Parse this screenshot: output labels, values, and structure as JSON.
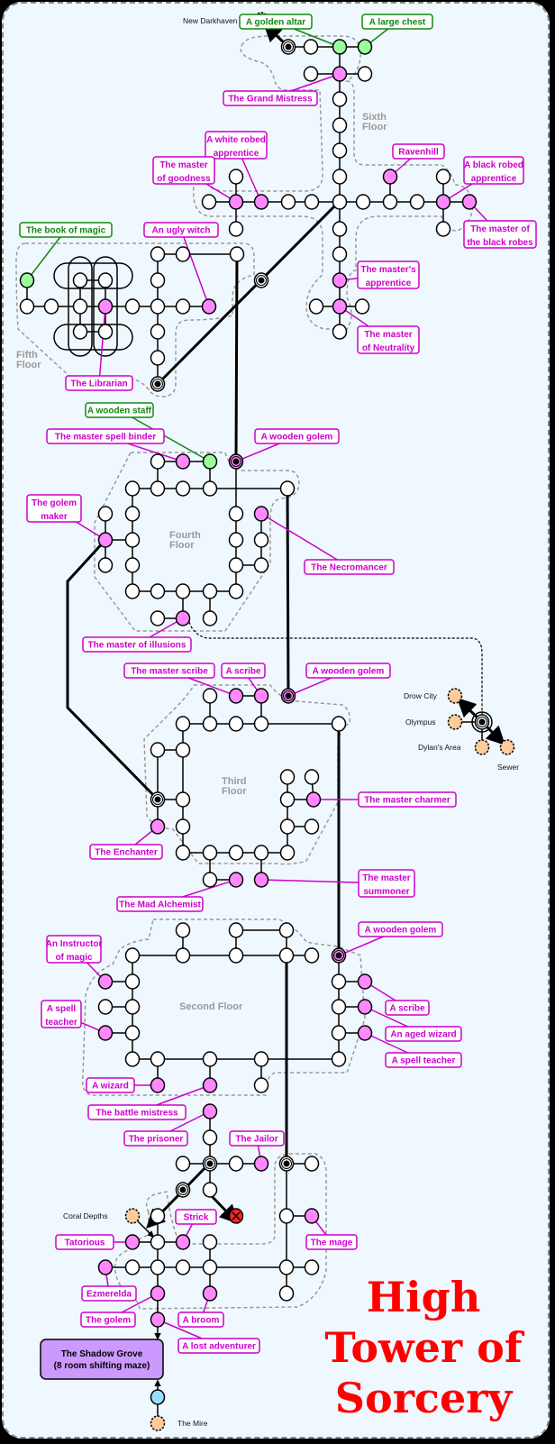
{
  "map_title": [
    "High",
    "Tower of",
    "Sorcery"
  ],
  "colors": {
    "background": "#f0f8ff",
    "npc": "#ff88ff",
    "npc_label": "#cc00cc",
    "item": "#99ff99",
    "item_label": "#118811",
    "exit": "#ffcc99",
    "maze": "#cc99ff",
    "start": "#99ddff",
    "floor_label": "#999999",
    "title": "#ff0000"
  },
  "floors": [
    "Sixth Floor",
    "Fifth Floor",
    "Fourth Floor",
    "Third Floor",
    "Second Floor"
  ],
  "exits": [
    "New Darkhaven",
    "Drow City",
    "Olympus",
    "Dylan's Area",
    "Sewer",
    "Coral Depths",
    "The Mire"
  ],
  "maze_box": {
    "line1": "The Shadow Grove",
    "line2": "(8 room shifting maze)"
  },
  "items": [
    "A golden altar",
    "A large chest",
    "The book of magic",
    "A wooden staff"
  ],
  "npcs": [
    "The Grand Mistress",
    "A white robed apprentice",
    "The master of goodness",
    "Ravenhill",
    "A black robed apprentice",
    "The master of the black robes",
    "The master's apprentice",
    "The master of Neutrality",
    "An ugly witch",
    "The Librarian",
    "The master spell binder",
    "A wooden golem",
    "The golem maker",
    "The Necromancer",
    "The master of illusions",
    "The master scribe",
    "A scribe",
    "The master charmer",
    "The Enchanter",
    "The master summoner",
    "The Mad Alchemist",
    "An Instructor of magic",
    "A spell teacher",
    "An aged wizard",
    "A wizard",
    "The battle mistress",
    "The prisoner",
    "The Jailor",
    "Strick",
    "Tatorious",
    "The mage",
    "Ezmerelda",
    "The golem",
    "A broom",
    "A lost adventurer"
  ],
  "labels": {
    "golden_altar": "A golden altar",
    "large_chest": "A large chest",
    "grand_mistress": "The Grand Mistress",
    "sixth_floor_1": "Sixth",
    "sixth_floor_2": "Floor",
    "white_robed_1": "A white robed",
    "white_robed_2": "apprentice",
    "goodness_1": "The master",
    "goodness_2": "of goodness",
    "ravenhill": "Ravenhill",
    "black_robed_1": "A black robed",
    "black_robed_2": "apprentice",
    "black_robes_1": "The master of",
    "black_robes_2": "the black robes",
    "book": "The book of magic",
    "ugly_witch": "An ugly witch",
    "masters_app_1": "The master's",
    "masters_app_2": "apprentice",
    "neutrality_1": "The master",
    "neutrality_2": "of Neutrality",
    "fifth_floor_1": "Fifth",
    "fifth_floor_2": "Floor",
    "librarian": "The Librarian",
    "wooden_staff": "A wooden staff",
    "spell_binder": "The master spell binder",
    "wooden_golem": "A wooden golem",
    "golem_maker_1": "The golem",
    "golem_maker_2": "maker",
    "fourth_floor_1": "Fourth",
    "fourth_floor_2": "Floor",
    "necromancer": "The Necromancer",
    "illusions": "The master of illusions",
    "master_scribe": "The master scribe",
    "scribe": "A scribe",
    "third_floor_1": "Third",
    "third_floor_2": "Floor",
    "charmer": "The master charmer",
    "enchanter": "The Enchanter",
    "summoner_1": "The master",
    "summoner_2": "summoner",
    "alchemist": "The Mad Alchemist",
    "instructor_1": "An Instructor",
    "instructor_2": "of magic",
    "spell_teacher_1": "A spell",
    "spell_teacher_2": "teacher",
    "second_floor": "Second Floor",
    "aged_wizard": "An aged wizard",
    "spell_teacher": "A spell teacher",
    "wizard": "A wizard",
    "battle_mistress": "The battle mistress",
    "prisoner": "The prisoner",
    "jailor": "The Jailor",
    "strick": "Strick",
    "tatorious": "Tatorious",
    "mage": "The mage",
    "ezmerelda": "Ezmerelda",
    "golem": "The golem",
    "broom": "A broom",
    "lost_adventurer": "A lost adventurer",
    "new_darkhaven": "New Darkhaven",
    "drow_city": "Drow City",
    "olympus": "Olympus",
    "dylans_area": "Dylan's Area",
    "sewer": "Sewer",
    "coral_depths": "Coral Depths",
    "the_mire": "The Mire"
  }
}
